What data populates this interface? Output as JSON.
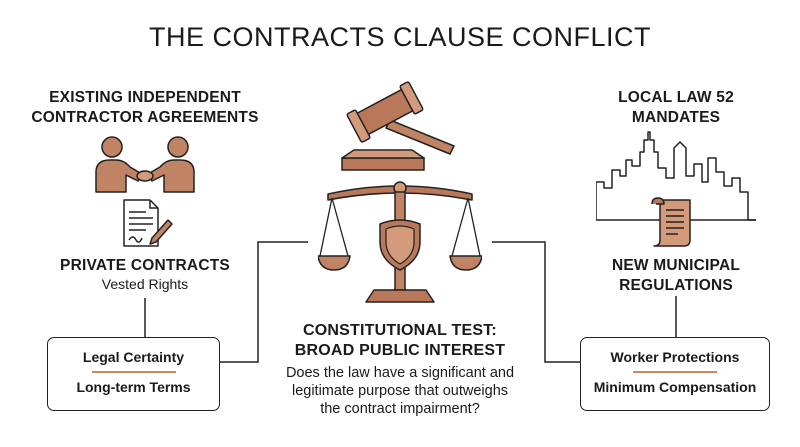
{
  "title": "THE CONTRACTS CLAUSE CONFLICT",
  "left": {
    "heading_line1": "EXISTING INDEPENDENT",
    "heading_line2": "CONTRACTOR AGREEMENTS",
    "label": "PRIVATE CONTRACTS",
    "sublabel": "Vested Rights",
    "box_items": [
      "Legal Certainty",
      "Long-term Terms"
    ]
  },
  "right": {
    "heading_line1": "LOCAL LAW 52",
    "heading_line2": "MANDATES",
    "label_line1": "NEW MUNICIPAL",
    "label_line2": "REGULATIONS",
    "box_items": [
      "Worker Protections",
      "Minimum Compensation"
    ]
  },
  "center": {
    "heading_line1": "CONSTITUTIONAL TEST:",
    "heading_line2": "BROAD PUBLIC INTEREST",
    "question_line1": "Does the law have a significant and",
    "question_line2": "legitimate purpose that outweighs",
    "question_line3": "the contract impairment?"
  },
  "icons": [
    "handshake-icon",
    "contract-document-icon",
    "gavel-icon",
    "scales-of-justice-icon",
    "shield-icon",
    "city-skyline-icon",
    "scroll-icon"
  ],
  "colors": {
    "accent": "#b9785a",
    "accent_light": "#d39b7c",
    "line": "#222222"
  }
}
